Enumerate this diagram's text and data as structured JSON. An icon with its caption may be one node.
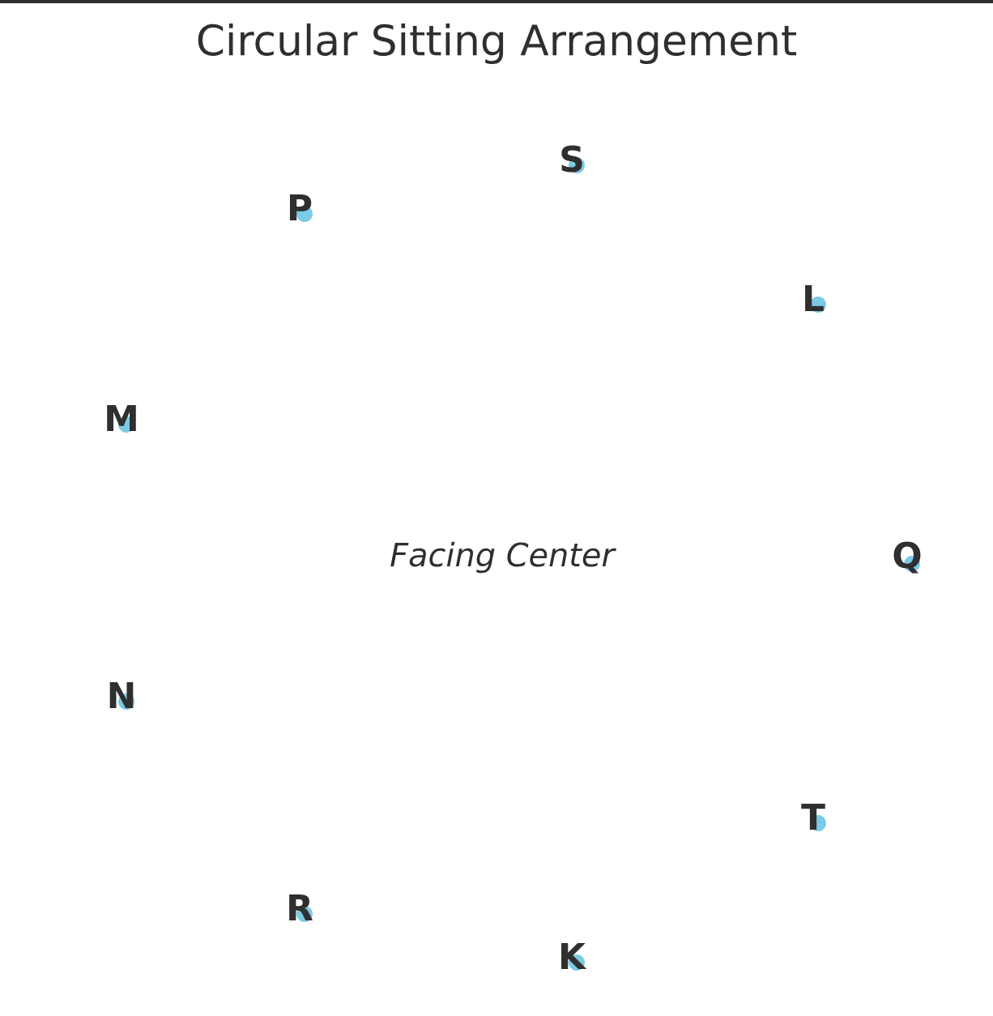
{
  "diagram": {
    "title": "Circular Sitting Arrangement",
    "nodes": [
      {
        "text": [
          "S"
        ]
      },
      {
        "text": [
          "L"
        ]
      },
      {
        "text": [
          "Q"
        ]
      },
      {
        "text": [
          "T"
        ]
      },
      {
        "text": [
          "K"
        ]
      },
      {
        "text": [
          "R"
        ]
      },
      {
        "text": [
          "N"
        ]
      },
      {
        "text": [
          "M"
        ]
      },
      {
        "text": [
          "P"
        ]
      }
    ],
    "edges": [],
    "labels": [
      "Facing Center"
    ]
  }
}
